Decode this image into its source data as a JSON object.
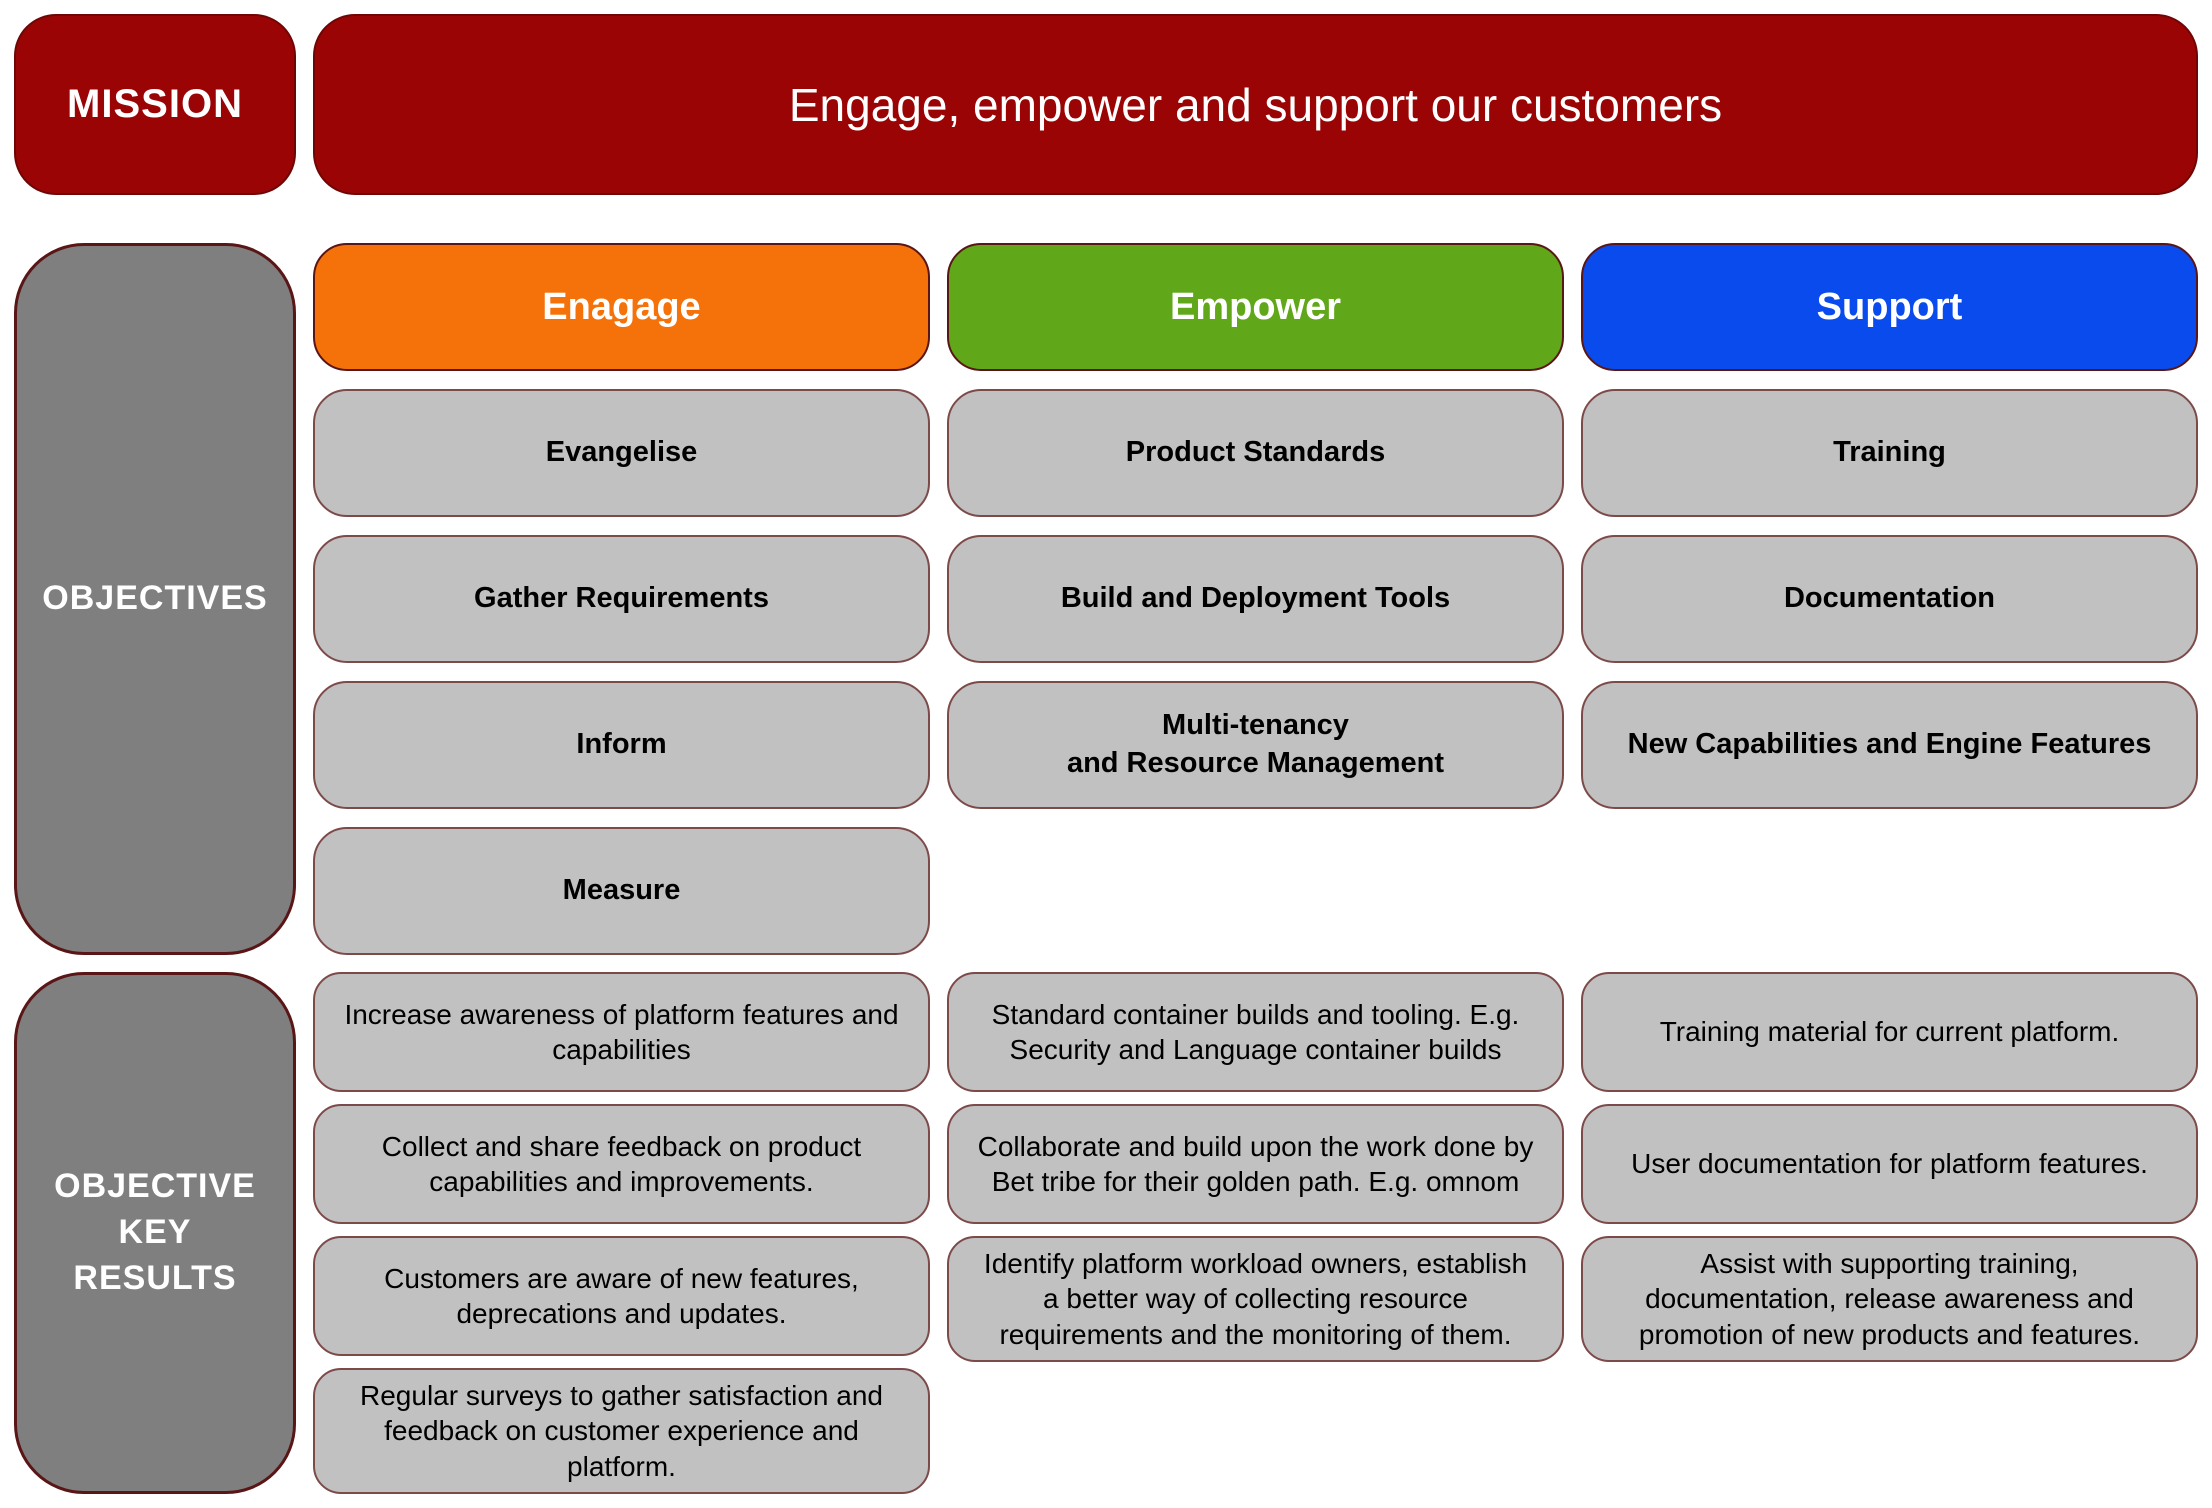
{
  "mission": {
    "label": "MISSION",
    "statement": "Engage, empower and support our customers"
  },
  "objectives": {
    "label": "OBJECTIVES",
    "columns": [
      {
        "title": "Enagage",
        "color": "#F5720A",
        "items": [
          "Evangelise",
          "Gather Requirements",
          "Inform",
          "Measure"
        ]
      },
      {
        "title": "Empower",
        "color": "#60A819",
        "items": [
          "Product Standards",
          "Build and Deployment Tools",
          "Multi-tenancy\nand Resource Management"
        ]
      },
      {
        "title": "Support",
        "color": "#0A4BEE",
        "items": [
          "Training",
          "Documentation",
          "New Capabilities and Engine Features"
        ]
      }
    ]
  },
  "okr": {
    "label": "OBJECTIVE\nKEY\nRESULTS",
    "columns": [
      {
        "items": [
          "Increase awareness of platform features and capabilities",
          "Collect and share feedback on product capabilities and improvements.",
          "Customers are aware of new features, deprecations and updates.",
          "Regular surveys to gather satisfaction and feedback on customer experience and platform."
        ]
      },
      {
        "items": [
          "Standard container builds and tooling.  E.g. Security and Language container builds",
          "Collaborate and build upon the work done by Bet tribe for their golden path. E.g. omnom",
          "Identify platform workload owners, establish a better way of collecting resource requirements and the monitoring of them."
        ]
      },
      {
        "items": [
          "Training material for current platform.",
          "User documentation for platform features.",
          "Assist with supporting training, documentation, release awareness and promotion of new products and features."
        ]
      }
    ]
  },
  "colors": {
    "dark_red": "#9B0404",
    "orange": "#F5720A",
    "green": "#60A819",
    "blue": "#0A4BEE",
    "sidebar_gray": "#7F7F7F",
    "box_gray": "#C2C1C1",
    "box_border": "#7D4A4A"
  }
}
